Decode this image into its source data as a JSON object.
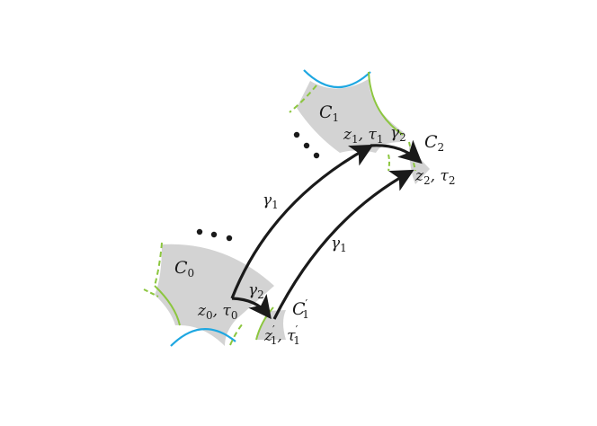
{
  "colors": {
    "region_fill": "#d3d3d3",
    "green_boundary": "#8cc63f",
    "blue_boundary": "#1ea7e1",
    "arrow": "#1a1a1a"
  },
  "labels": {
    "c0": {
      "base": "C",
      "sub": "0",
      "prime": ""
    },
    "c1": {
      "base": "C",
      "sub": "1",
      "prime": ""
    },
    "c2": {
      "base": "C",
      "sub": "2",
      "prime": ""
    },
    "c1p": {
      "base": "C",
      "sub": "1",
      "prime": "′"
    },
    "gamma1_upper": {
      "base": "γ",
      "sub": "1"
    },
    "gamma1_lower": {
      "base": "γ",
      "sub": "1"
    },
    "gamma2_c0": {
      "base": "γ",
      "sub": "2"
    },
    "gamma2_c1": {
      "base": "γ",
      "sub": "2"
    },
    "z0tau0": {
      "z": "z",
      "zsub": "0",
      "sep": ", ",
      "t": "τ",
      "tsub": "0",
      "prime": ""
    },
    "z1tau1": {
      "z": "z",
      "zsub": "1",
      "sep": ", ",
      "t": "τ",
      "tsub": "1",
      "prime": ""
    },
    "z2tau2": {
      "z": "z",
      "zsub": "2",
      "sep": ", ",
      "t": "τ",
      "tsub": "2",
      "prime": ""
    },
    "z1ptau1p": {
      "z": "z",
      "zsub": "1",
      "sep": ", ",
      "t": "τ",
      "tsub": "1",
      "prime": "′"
    }
  },
  "ellipsis_glyph": "•"
}
